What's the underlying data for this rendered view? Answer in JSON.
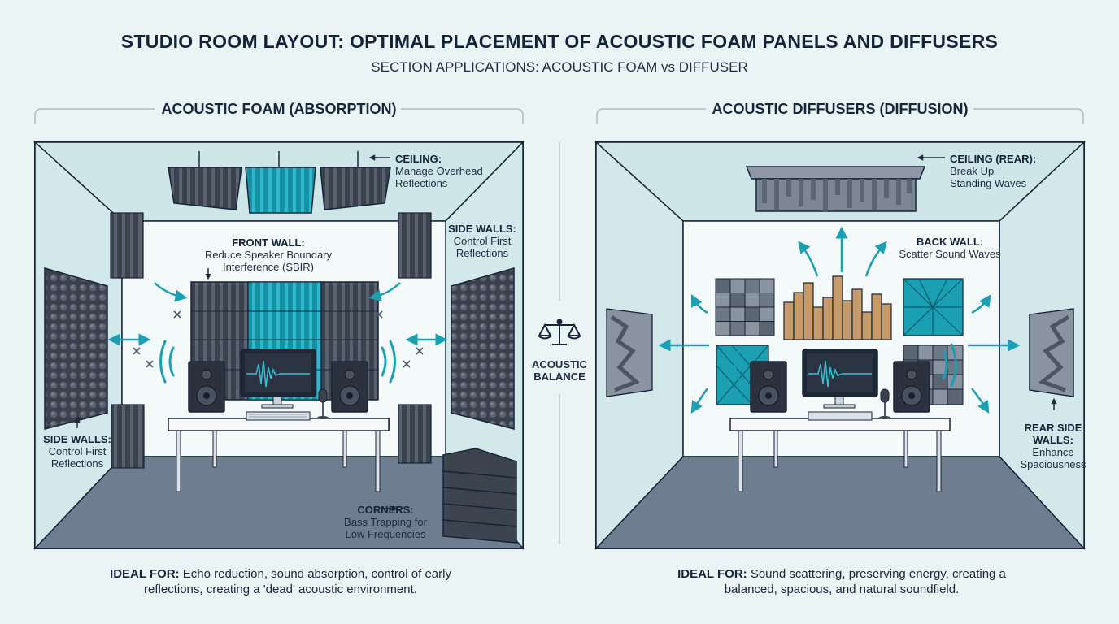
{
  "title": "STUDIO ROOM LAYOUT: OPTIMAL PLACEMENT OF ACOUSTIC FOAM PANELS AND DIFFUSERS",
  "subtitle": "SECTION APPLICATIONS: ACOUSTIC FOAM vs DIFFUSER",
  "center": {
    "label_line1": "ACOUSTIC",
    "label_line2": "BALANCE",
    "icon": "balance-scale-icon"
  },
  "foam": {
    "heading": "ACOUSTIC FOAM (ABSORPTION)",
    "ceiling": {
      "title": "CEILING:",
      "line1": "Manage Overhead",
      "line2": "Reflections"
    },
    "front_wall": {
      "title": "FRONT WALL:",
      "line1": "Reduce Speaker Boundary",
      "line2": "Interference (SBIR)"
    },
    "side_walls_right": {
      "title": "SIDE WALLS:",
      "line1": "Control First",
      "line2": "Reflections"
    },
    "side_walls_left": {
      "title": "SIDE WALLS:",
      "line1": "Control First",
      "line2": "Reflections"
    },
    "corners": {
      "title": "CORNERS:",
      "line1": "Bass Trapping for",
      "line2": "Low Frequencies"
    },
    "ideal_label": "IDEAL FOR:",
    "ideal_text1": " Echo reduction, sound absorption, control of early",
    "ideal_text2": "reflections, creating a 'dead' acoustic environment."
  },
  "diffuser": {
    "heading": "ACOUSTIC DIFFUSERS (DIFFUSION)",
    "ceiling": {
      "title": "CEILING (REAR):",
      "line1": "Break Up",
      "line2": "Standing Waves"
    },
    "back_wall": {
      "title": "BACK WALL:",
      "line1": "Scatter Sound Waves"
    },
    "rear_side": {
      "title1": "REAR SIDE",
      "title2": "WALLS:",
      "line1": "Enhance",
      "line2": "Spaciousness"
    },
    "ideal_label": "IDEAL FOR:",
    "ideal_text1": " Sound scattering, preserving energy, creating a",
    "ideal_text2": "balanced, spacious, and natural soundfield."
  },
  "colors": {
    "teal": "#1a9fb3",
    "charcoal": "#363d4a",
    "floor": "#6f7d91",
    "wood": "#c79a6a",
    "background": "#eaf4f4"
  }
}
